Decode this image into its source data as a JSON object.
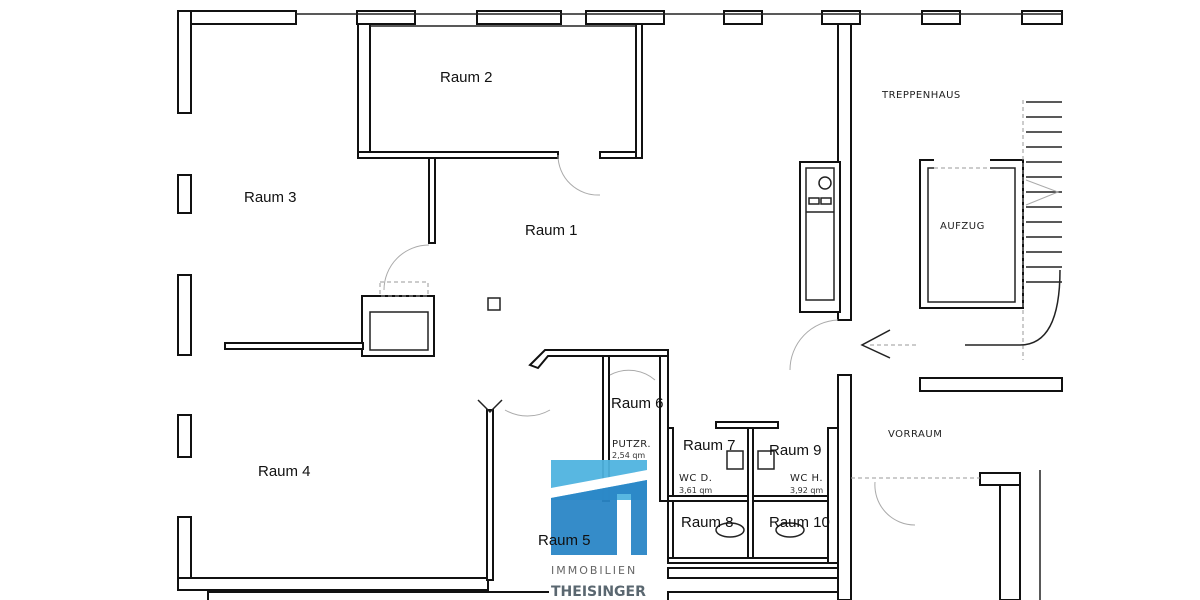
{
  "plan": {
    "rooms": [
      {
        "id": "raum1",
        "label": "Raum 1"
      },
      {
        "id": "raum2",
        "label": "Raum 2"
      },
      {
        "id": "raum3",
        "label": "Raum 3"
      },
      {
        "id": "raum4",
        "label": "Raum 4"
      },
      {
        "id": "raum5",
        "label": "Raum 5"
      },
      {
        "id": "raum6",
        "label": "Raum 6"
      },
      {
        "id": "raum7",
        "label": "Raum 7"
      },
      {
        "id": "raum8",
        "label": "Raum 8"
      },
      {
        "id": "raum9",
        "label": "Raum 9"
      },
      {
        "id": "raum10",
        "label": "Raum 10"
      }
    ],
    "annotations": {
      "treppenhaus": "TREPPENHAUS",
      "aufzug": "AUFZUG",
      "vorraum": "VORRAUM",
      "putzr": "PUTZR.",
      "putzr_area": "2,54 qm",
      "wc_d": "WC D.",
      "wc_d_area": "3,61 qm",
      "wc_h": "WC H.",
      "wc_h_area": "3,92 qm"
    }
  },
  "logo": {
    "line1": "IMMOBILIEN",
    "line2": "THEISINGER",
    "colors": {
      "light": "#4fb3df",
      "dark": "#2a86c6"
    }
  }
}
